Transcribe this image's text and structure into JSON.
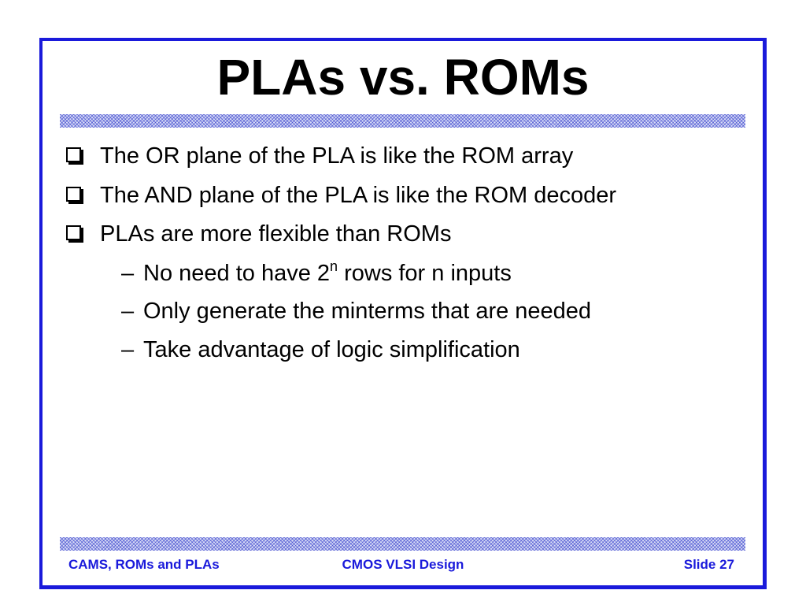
{
  "slide": {
    "title": "PLAs vs. ROMs",
    "bullets": [
      {
        "text": "The OR plane of the PLA is like the ROM array"
      },
      {
        "text": "The AND plane of the PLA is like the ROM decoder"
      },
      {
        "text": "PLAs are more flexible than ROMs"
      }
    ],
    "sub_bullets": [
      {
        "dash": "–",
        "pre": "No need to have 2",
        "sup": "n",
        "post": " rows for n inputs"
      },
      {
        "dash": "–",
        "text": "Only generate the minterms that are needed"
      },
      {
        "dash": "–",
        "text": "Take advantage of logic simplification"
      }
    ],
    "bullet_icon": "hollow-square-icon"
  },
  "footer": {
    "left": "CAMS, ROMs and PLAs",
    "center": "CMOS VLSI Design",
    "right": "Slide 27"
  },
  "colors": {
    "accent": "#1a1adb",
    "text": "#000000",
    "background": "#ffffff"
  }
}
